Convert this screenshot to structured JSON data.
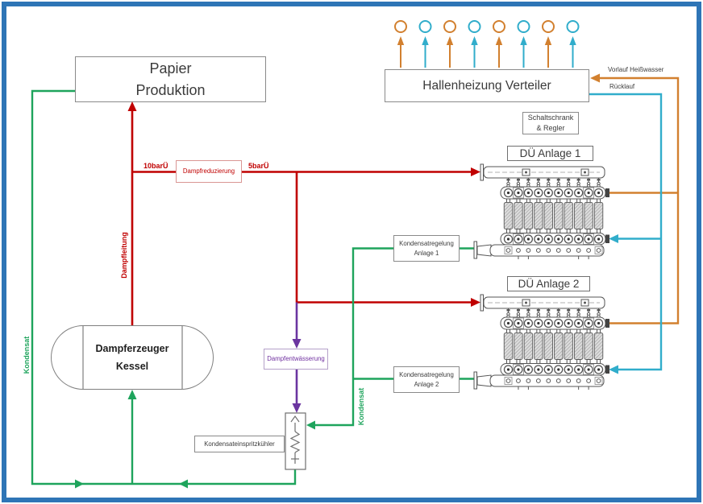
{
  "colors": {
    "steam": "#C00000",
    "condensate": "#1EA45C",
    "hot_water": "#D2802F",
    "return_water": "#31ADCB",
    "drain": "#6B35A0",
    "frame": "#2E75B6",
    "box_border": "#8A8A8A"
  },
  "boxes": {
    "papier_produktion": {
      "line1": "Papier",
      "line2": "Produktion"
    },
    "hallenheizung": {
      "label": "Hallenheizung Verteiler"
    },
    "schaltschrank": {
      "line1": "Schaltschrank",
      "line2": "& Regler"
    },
    "dampfreduzierung": {
      "label": "Dampfreduzierung"
    },
    "kondensatregelung_1": {
      "line1": "Kondensatregelung",
      "line2": "Anlage 1"
    },
    "kondensatregelung_2": {
      "line1": "Kondensatregelung",
      "line2": "Anlage 2"
    },
    "dampfentwaesserung": {
      "label": "Dampfentwässerung"
    },
    "kondensateinspritzkuehler": {
      "label": "Kondensateinspritzkühler"
    },
    "kessel": {
      "line1": "Dampferzeuger",
      "line2": "Kessel"
    }
  },
  "labels": {
    "pressure_before": "10barÜ",
    "pressure_after": "5barÜ",
    "dampfleitung": "Dampfleitung",
    "kondensat_left": "Kondensat",
    "kondensat_mid": "Kondensat",
    "vorlauf": "Vorlauf Heißwasser",
    "ruecklauf": "Rücklauf"
  },
  "distributor": {
    "outlets": [
      "vorlauf",
      "ruecklauf",
      "vorlauf",
      "ruecklauf",
      "vorlauf",
      "ruecklauf",
      "vorlauf",
      "ruecklauf"
    ]
  },
  "du_units": [
    {
      "label": "DÜ Anlage 1",
      "tubes": 10
    },
    {
      "label": "DÜ Anlage 2",
      "tubes": 10
    }
  ]
}
